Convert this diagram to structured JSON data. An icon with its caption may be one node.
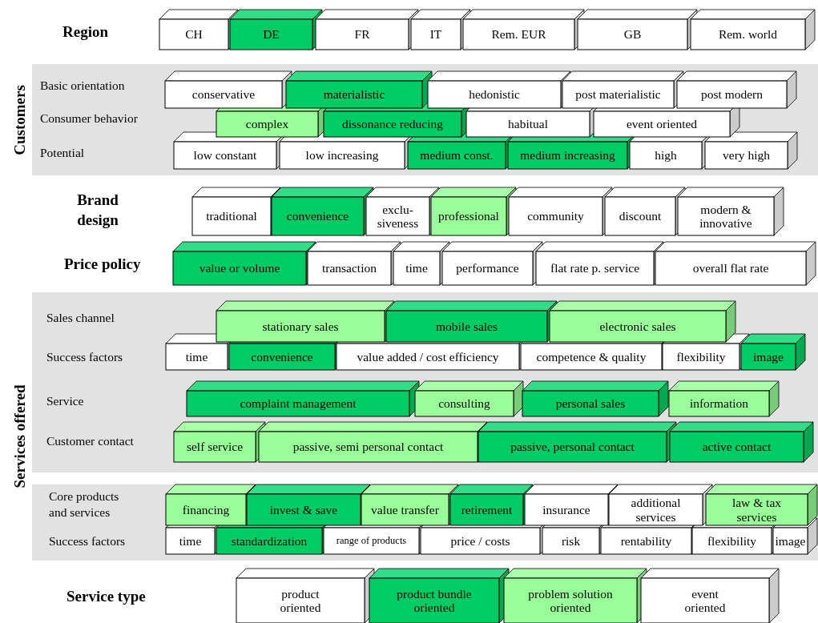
{
  "diagram": {
    "nodes": [
      {
        "text": [
          "CH"
        ]
      },
      {
        "text": [
          "DE"
        ]
      },
      {
        "text": [
          "FR"
        ]
      },
      {
        "text": [
          "IT"
        ]
      },
      {
        "text": [
          "Rem. EUR"
        ]
      },
      {
        "text": [
          "GB"
        ]
      },
      {
        "text": [
          "Rem. world"
        ]
      },
      {
        "text": [
          "Customers",
          "Basic orientation",
          "Consumer behavior",
          "Potential"
        ]
      },
      {
        "text": [
          "conservative"
        ],
        "in": 7
      },
      {
        "text": [
          "materialistic"
        ],
        "in": 7
      },
      {
        "text": [
          "hedonistic"
        ],
        "in": 7
      },
      {
        "text": [
          "post materialistic"
        ],
        "in": 7
      },
      {
        "text": [
          "post modern"
        ],
        "in": 7
      },
      {
        "text": [
          "complex"
        ],
        "in": 7
      },
      {
        "text": [
          "dissonance reducing"
        ],
        "in": 7
      },
      {
        "text": [
          "habitual"
        ],
        "in": 7
      },
      {
        "text": [
          "event oriented"
        ],
        "in": 7
      },
      {
        "text": [
          "low constant"
        ],
        "in": 7
      },
      {
        "text": [
          "low increasing"
        ],
        "in": 7
      },
      {
        "text": [
          "medium const."
        ],
        "in": 7
      },
      {
        "text": [
          "medium increasing"
        ],
        "in": 7
      },
      {
        "text": [
          "high"
        ],
        "in": 7
      },
      {
        "text": [
          "very high"
        ],
        "in": 7
      },
      {
        "text": [
          "traditional"
        ]
      },
      {
        "text": [
          "convenience"
        ]
      },
      {
        "text": [
          "exclu-siveness"
        ]
      },
      {
        "text": [
          "professional"
        ]
      },
      {
        "text": [
          "community"
        ]
      },
      {
        "text": [
          "discount"
        ]
      },
      {
        "text": [
          "modern & innovative"
        ]
      },
      {
        "text": [
          "value or volume"
        ]
      },
      {
        "text": [
          "transaction"
        ]
      },
      {
        "text": [
          "time"
        ]
      },
      {
        "text": [
          "performance"
        ]
      },
      {
        "text": [
          "flat rate p. service"
        ]
      },
      {
        "text": [
          "overall flat rate"
        ]
      },
      {
        "text": [
          "Sales channel",
          "Success factors",
          "Service",
          "Customer contact"
        ]
      },
      {
        "text": [
          "stationary sales"
        ],
        "in": 36
      },
      {
        "text": [
          "mobile sales"
        ],
        "in": 36
      },
      {
        "text": [
          "electronic sales"
        ],
        "in": 36
      },
      {
        "text": [
          "time"
        ],
        "in": 36
      },
      {
        "text": [
          "convenience"
        ],
        "in": 36
      },
      {
        "text": [
          "value added / cost efficiency"
        ],
        "in": 36
      },
      {
        "text": [
          "competence & quality"
        ],
        "in": 36
      },
      {
        "text": [
          "flexibility"
        ],
        "in": 36
      },
      {
        "text": [
          "image"
        ],
        "in": 36
      },
      {
        "text": [
          "complaint management"
        ],
        "in": 36
      },
      {
        "text": [
          "consulting"
        ],
        "in": 36
      },
      {
        "text": [
          "personal sales"
        ],
        "in": 36
      },
      {
        "text": [
          "information"
        ],
        "in": 36
      },
      {
        "text": [
          "self service"
        ],
        "in": 36
      },
      {
        "text": [
          "passive, semi personal contact"
        ],
        "in": 36
      },
      {
        "text": [
          "passive, personal contact"
        ],
        "in": 36
      },
      {
        "text": [
          "active contact"
        ],
        "in": 36
      },
      {
        "text": [
          "Core products and services",
          "Success factors"
        ]
      },
      {
        "text": [
          "financing"
        ],
        "in": 54
      },
      {
        "text": [
          "invest & save"
        ],
        "in": 54
      },
      {
        "text": [
          "value transfer"
        ],
        "in": 54
      },
      {
        "text": [
          "retirement"
        ],
        "in": 54
      },
      {
        "text": [
          "insurance"
        ],
        "in": 54
      },
      {
        "text": [
          "additional services"
        ],
        "in": 54
      },
      {
        "text": [
          "law & tax services"
        ],
        "in": 54
      },
      {
        "text": [
          "time"
        ],
        "in": 54
      },
      {
        "text": [
          "standardization"
        ],
        "in": 54
      },
      {
        "text": [
          "range of products"
        ],
        "in": 54
      },
      {
        "text": [
          "price / costs"
        ],
        "in": 54
      },
      {
        "text": [
          "risk"
        ],
        "in": 54
      },
      {
        "text": [
          "rentability"
        ],
        "in": 54
      },
      {
        "text": [
          "flexibility"
        ],
        "in": 54
      },
      {
        "text": [
          "image"
        ],
        "in": 54
      },
      {
        "text": [
          "product oriented"
        ]
      },
      {
        "text": [
          "product bundle oriented"
        ]
      },
      {
        "text": [
          "problem solution oriented"
        ]
      },
      {
        "text": [
          "event oriented"
        ]
      }
    ],
    "labels": [
      "Region",
      "Brand design",
      "Price policy",
      "Services offered",
      "Service type"
    ]
  }
}
